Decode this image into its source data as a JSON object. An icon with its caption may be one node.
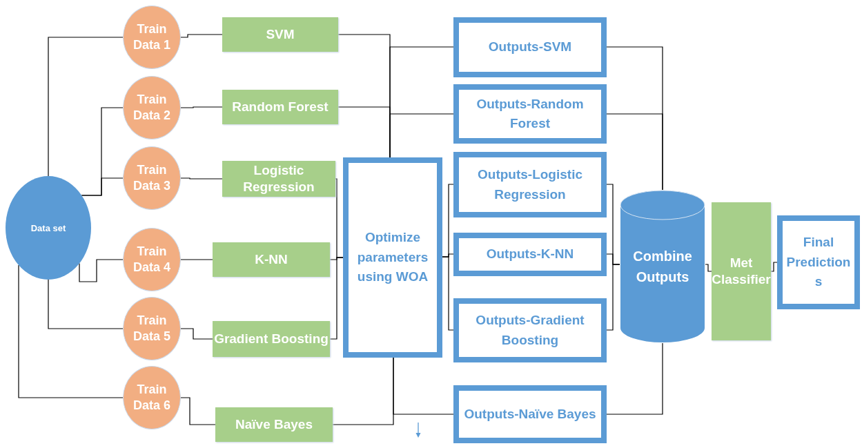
{
  "diagram": {
    "nodes": [
      {
        "text": [
          "Data set"
        ]
      },
      {
        "text": [
          "Train Data 1"
        ]
      },
      {
        "text": [
          "Train Data 2"
        ]
      },
      {
        "text": [
          "Train Data 3"
        ]
      },
      {
        "text": [
          "Train Data 4"
        ]
      },
      {
        "text": [
          "Train Data 5"
        ]
      },
      {
        "text": [
          "Train Data 6"
        ]
      },
      {
        "text": [
          "SVM"
        ]
      },
      {
        "text": [
          "Random Forest"
        ]
      },
      {
        "text": [
          "Logistic Regression"
        ]
      },
      {
        "text": [
          "K-NN"
        ]
      },
      {
        "text": [
          "Gradient Boosting"
        ]
      },
      {
        "text": [
          "Naïve Bayes"
        ]
      },
      {
        "text": [
          "Optimize parameters using WOA"
        ]
      },
      {
        "text": [
          "Outputs-SVM"
        ]
      },
      {
        "text": [
          "Outputs-Random Forest"
        ]
      },
      {
        "text": [
          "Outputs-Logistic Regression"
        ]
      },
      {
        "text": [
          "Outputs-K-NN"
        ]
      },
      {
        "text": [
          "Outputs-Gradient Boosting"
        ]
      },
      {
        "text": [
          "Outputs-Naïve Bayes"
        ]
      },
      {
        "text": [
          "Combine Outputs"
        ]
      },
      {
        "text": [
          "Met Classifier"
        ]
      },
      {
        "text": [
          "Final Predictions"
        ]
      }
    ],
    "edges": [
      {
        "from": 0,
        "to": 1,
        "arrow": "none"
      },
      {
        "from": 0,
        "to": 2,
        "arrow": "none"
      },
      {
        "from": 0,
        "to": 3,
        "arrow": "none"
      },
      {
        "from": 0,
        "to": 4,
        "arrow": "none"
      },
      {
        "from": 0,
        "to": 5,
        "arrow": "none"
      },
      {
        "from": 0,
        "to": 6,
        "arrow": "none"
      },
      {
        "from": 1,
        "to": 7,
        "arrow": "none"
      },
      {
        "from": 2,
        "to": 8,
        "arrow": "none"
      },
      {
        "from": 3,
        "to": 9,
        "arrow": "none"
      },
      {
        "from": 4,
        "to": 10,
        "arrow": "none"
      },
      {
        "from": 5,
        "to": 11,
        "arrow": "none"
      },
      {
        "from": 6,
        "to": 12,
        "arrow": "none"
      },
      {
        "from": 7,
        "to": 13,
        "arrow": "none"
      },
      {
        "from": 8,
        "to": 13,
        "arrow": "none"
      },
      {
        "from": 9,
        "to": 13,
        "arrow": "none"
      },
      {
        "from": 10,
        "to": 13,
        "arrow": "none"
      },
      {
        "from": 11,
        "to": 13,
        "arrow": "none"
      },
      {
        "from": 12,
        "to": 13,
        "arrow": "none"
      },
      {
        "from": 13,
        "to": 14,
        "arrow": "none"
      },
      {
        "from": 13,
        "to": 15,
        "arrow": "none"
      },
      {
        "from": 13,
        "to": 16,
        "arrow": "none"
      },
      {
        "from": 13,
        "to": 17,
        "arrow": "none"
      },
      {
        "from": 13,
        "to": 18,
        "arrow": "none"
      },
      {
        "from": 13,
        "to": 19,
        "arrow": "none"
      },
      {
        "from": 14,
        "to": 20,
        "arrow": "none"
      },
      {
        "from": 15,
        "to": 20,
        "arrow": "none"
      },
      {
        "from": 16,
        "to": 20,
        "arrow": "none"
      },
      {
        "from": 17,
        "to": 20,
        "arrow": "none"
      },
      {
        "from": 18,
        "to": 20,
        "arrow": "none"
      },
      {
        "from": 19,
        "to": 20,
        "arrow": "none"
      },
      {
        "from": 20,
        "to": 21,
        "arrow": "none"
      },
      {
        "from": 21,
        "to": 22,
        "arrow": "none"
      }
    ]
  }
}
